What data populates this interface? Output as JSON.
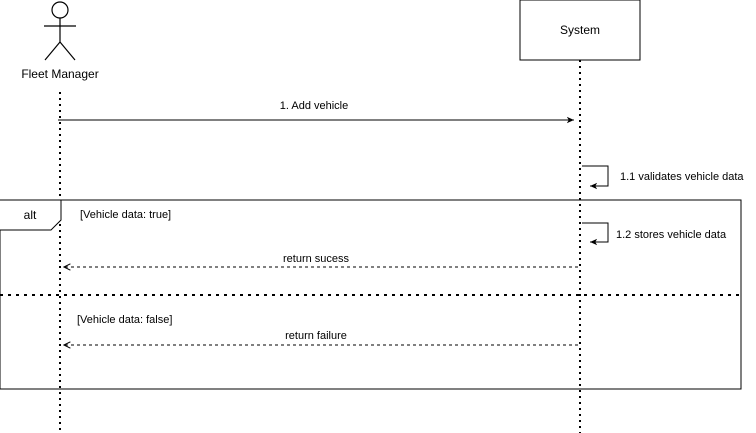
{
  "actors": {
    "fleet_manager": {
      "label": "Fleet Manager"
    },
    "system": {
      "label": "System"
    }
  },
  "messages": {
    "add_vehicle": "1. Add vehicle",
    "validates": "1.1 validates vehicle data",
    "stores": "1.2 stores vehicle data",
    "return_success": "return sucess",
    "return_failure": "return failure"
  },
  "fragment": {
    "operator": "alt",
    "guard_true": "[Vehicle data: true]",
    "guard_false": "[Vehicle data: false]"
  }
}
